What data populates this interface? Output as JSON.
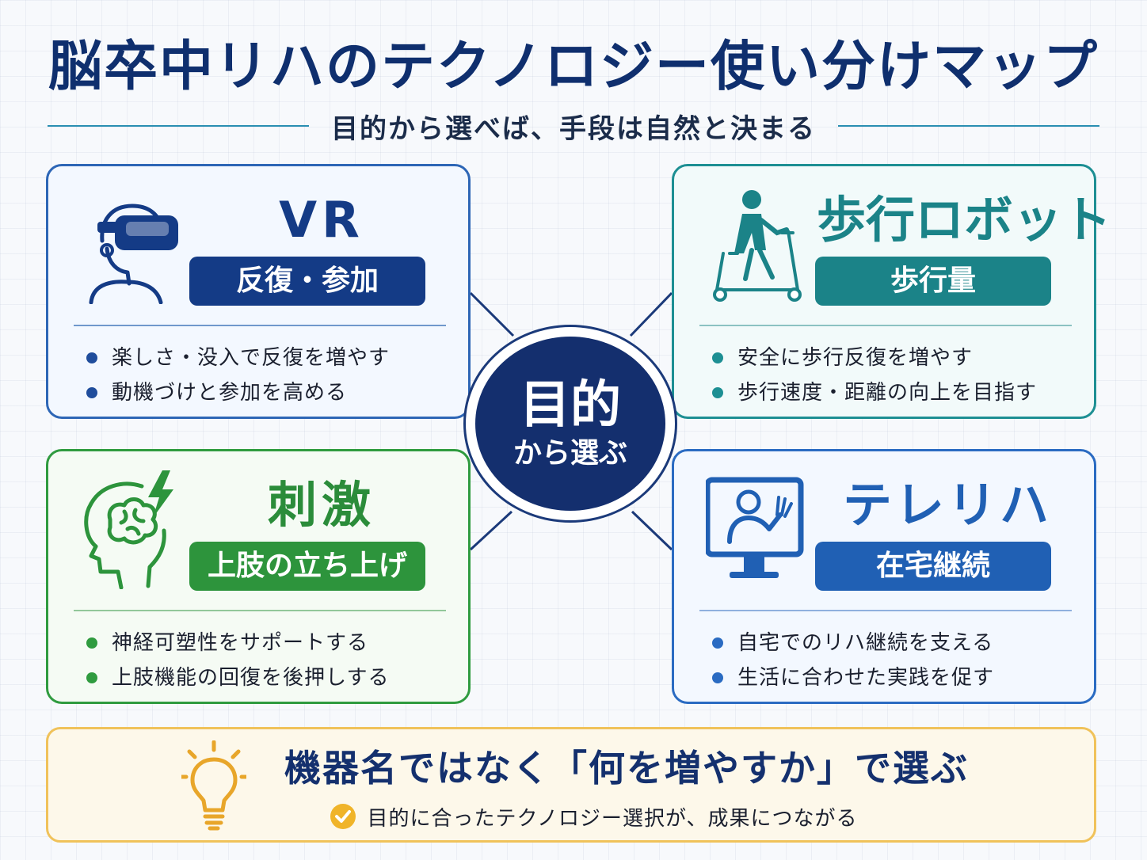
{
  "title": "脳卒中リハのテクノロジー使い分けマップ",
  "subtitle": "目的から選べば、手段は自然と決まる",
  "hub": {
    "main": "目的",
    "sub": "から選ぶ"
  },
  "cards": {
    "vr": {
      "heading": "VR",
      "tag": "反復・参加",
      "bullets": [
        "楽しさ・没入で反復を増やす",
        "動機づけと参加を高める"
      ],
      "icon": "vr-headset-person-icon",
      "color": "#143b86"
    },
    "robot": {
      "heading": "歩行ロボット",
      "tag": "歩行量",
      "bullets": [
        "安全に歩行反復を増やす",
        "歩行速度・距離の向上を目指す"
      ],
      "icon": "walking-robot-icon",
      "color": "#1b8388"
    },
    "stim": {
      "heading": "刺激",
      "tag": "上肢の立ち上げ",
      "bullets": [
        "神経可塑性をサポートする",
        "上肢機能の回復を後押しする"
      ],
      "icon": "brain-stimulation-icon",
      "color": "#2d943c"
    },
    "tele": {
      "heading": "テレリハ",
      "tag": "在宅継続",
      "bullets": [
        "自宅でのリハ継続を支える",
        "生活に合わせた実践を促す"
      ],
      "icon": "telehealth-monitor-icon",
      "color": "#2060b4"
    }
  },
  "banner": {
    "main": "機器名ではなく「何を増やすか」で選ぶ",
    "note": "目的に合ったテクノロジー選択が、成果につながる",
    "icon": "lightbulb-icon",
    "check_icon": "check-circle-icon",
    "color": "#f0c25a"
  }
}
